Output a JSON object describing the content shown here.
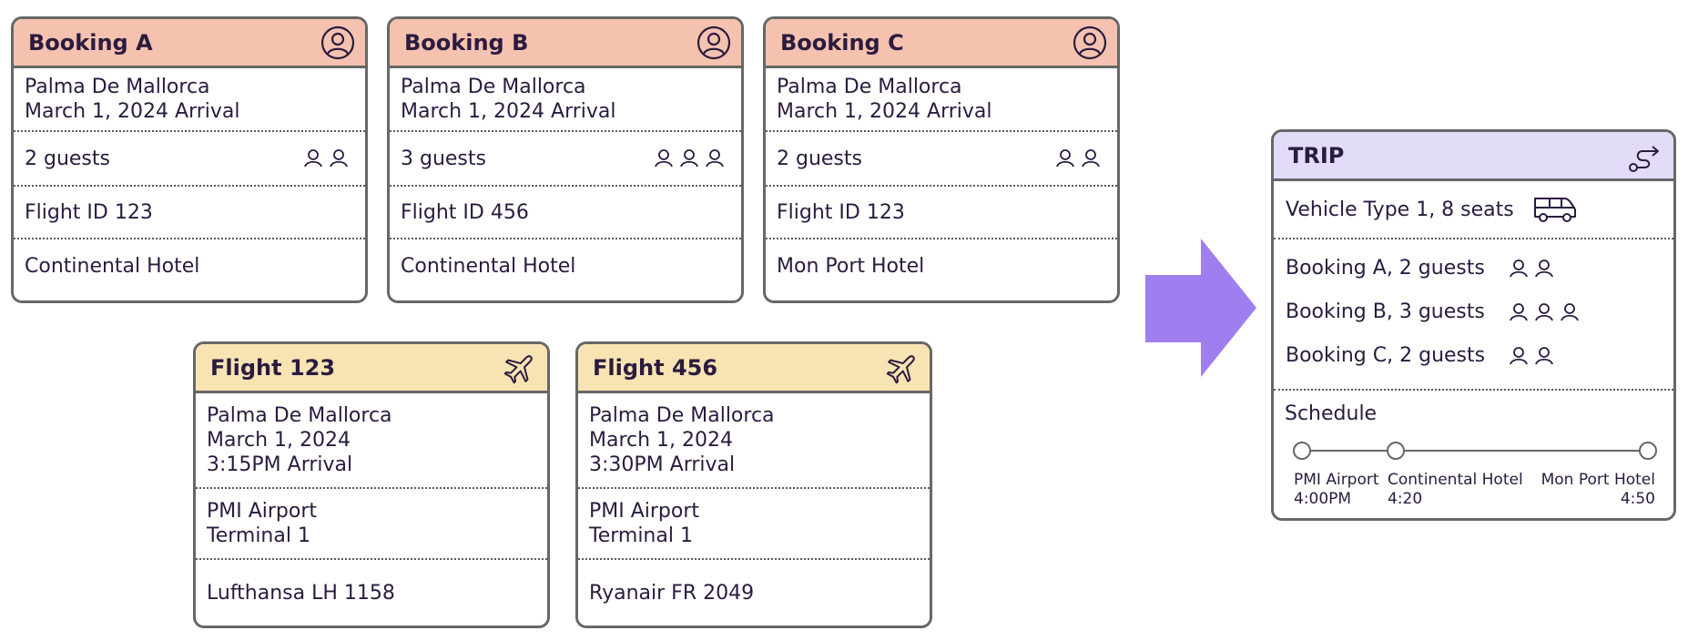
{
  "bookings": [
    {
      "title": "Booking A",
      "location": "Palma De Mallorca",
      "arrival": "March 1, 2024 Arrival",
      "guests": "2 guests",
      "guest_count": 2,
      "flight": "Flight ID 123",
      "hotel": "Continental Hotel"
    },
    {
      "title": "Booking B",
      "location": "Palma De Mallorca",
      "arrival": "March 1, 2024 Arrival",
      "guests": "3 guests",
      "guest_count": 3,
      "flight": "Flight ID 456",
      "hotel": "Continental Hotel"
    },
    {
      "title": "Booking C",
      "location": "Palma De Mallorca",
      "arrival": "March 1, 2024 Arrival",
      "guests": "2 guests",
      "guest_count": 2,
      "flight": "Flight ID 123",
      "hotel": "Mon Port Hotel"
    }
  ],
  "flights": [
    {
      "title": "Flight 123",
      "location": "Palma De Mallorca",
      "date": "March 1, 2024",
      "time": "3:15PM Arrival",
      "airport": "PMI Airport",
      "terminal": "Terminal 1",
      "airline": "Lufthansa LH 1158"
    },
    {
      "title": "Flight 456",
      "location": "Palma De Mallorca",
      "date": "March 1, 2024",
      "time": "3:30PM Arrival",
      "airport": "PMI Airport",
      "terminal": "Terminal 1",
      "airline": "Ryanair FR 2049"
    }
  ],
  "trip": {
    "title": "TRIP",
    "vehicle": "Vehicle Type 1, 8 seats",
    "bookings": [
      {
        "label": "Booking A, 2 guests",
        "guest_count": 2
      },
      {
        "label": "Booking B, 3 guests",
        "guest_count": 3
      },
      {
        "label": "Booking C, 2 guests",
        "guest_count": 2
      }
    ],
    "schedule_label": "Schedule",
    "stops": [
      {
        "name": "PMI Airport",
        "time": "4:00PM"
      },
      {
        "name": "Continental Hotel",
        "time": "4:20"
      },
      {
        "name": "Mon Port Hotel",
        "time": "4:50"
      }
    ]
  },
  "colors": {
    "booking_header": "#f5c2b0",
    "flight_header": "#f8e4b3",
    "trip_header": "#e3dcf8",
    "arrow": "#9f7ef0",
    "border": "#676767",
    "text": "#2b1b3f"
  },
  "icons": {
    "booking": "user-circle-icon",
    "flight": "airplane-icon",
    "trip": "route-icon",
    "vehicle": "van-icon",
    "guest": "person-icon",
    "arrow": "right-arrow-icon"
  }
}
